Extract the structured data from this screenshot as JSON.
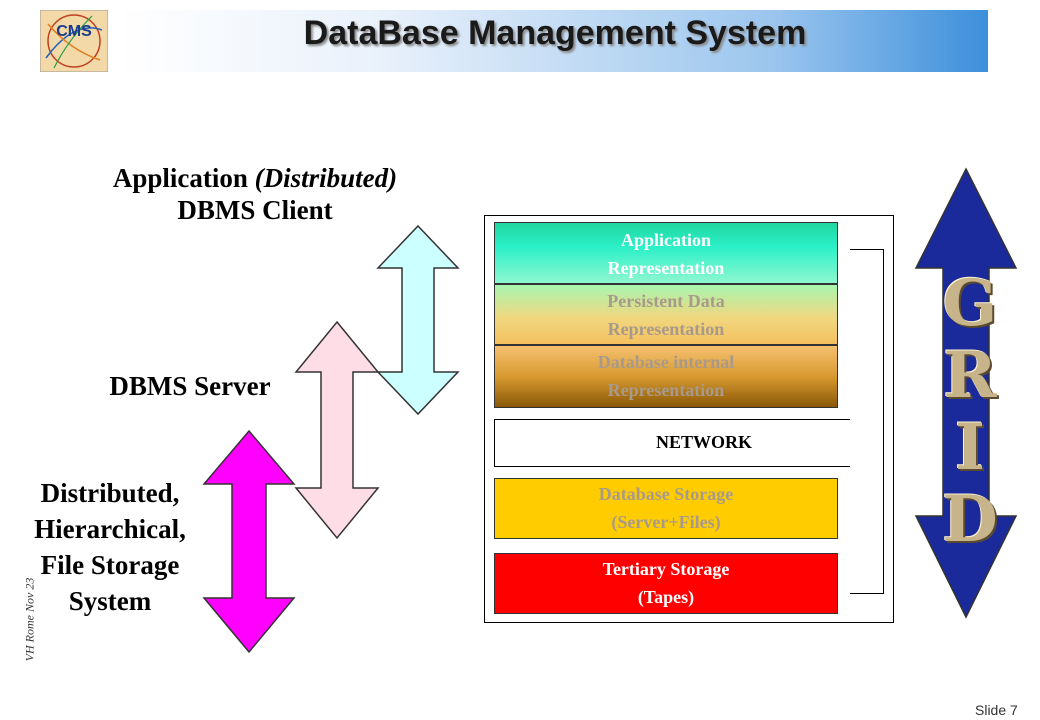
{
  "header": {
    "title": "DataBase Management System",
    "logo_text": "CMS"
  },
  "labels": {
    "client_line1": "Application (Distributed)",
    "client_line1_part1": "Application ",
    "client_line1_part2": "(Distributed)",
    "client_line2": "DBMS Client",
    "server": "DBMS Server",
    "storage_lines": [
      "Distributed,",
      "Hierarchical,",
      "File Storage",
      "System"
    ]
  },
  "stack": {
    "layers": [
      {
        "name": "application",
        "lines": [
          "Application",
          "Representation"
        ]
      },
      {
        "name": "persistent",
        "lines": [
          "Persistent Data",
          "Representation"
        ]
      },
      {
        "name": "db-internal",
        "lines": [
          "Database internal",
          "Representation"
        ]
      },
      {
        "name": "db-storage",
        "lines": [
          "Database Storage",
          "(Server+Files)"
        ]
      },
      {
        "name": "tertiary",
        "lines": [
          "Tertiary Storage",
          "(Tapes)"
        ]
      }
    ],
    "network": "NETWORK"
  },
  "grid": {
    "letters": [
      "G",
      "R",
      "I",
      "D"
    ]
  },
  "colors": {
    "client_arrow": "#ccffff",
    "server_arrow": "#ffdde6",
    "storage_arrow": "#ff00ff",
    "grid_arrow": "#1a2a9a"
  },
  "footer": {
    "side_note": "VH Rome Nov 23",
    "slide": "Slide 7"
  }
}
